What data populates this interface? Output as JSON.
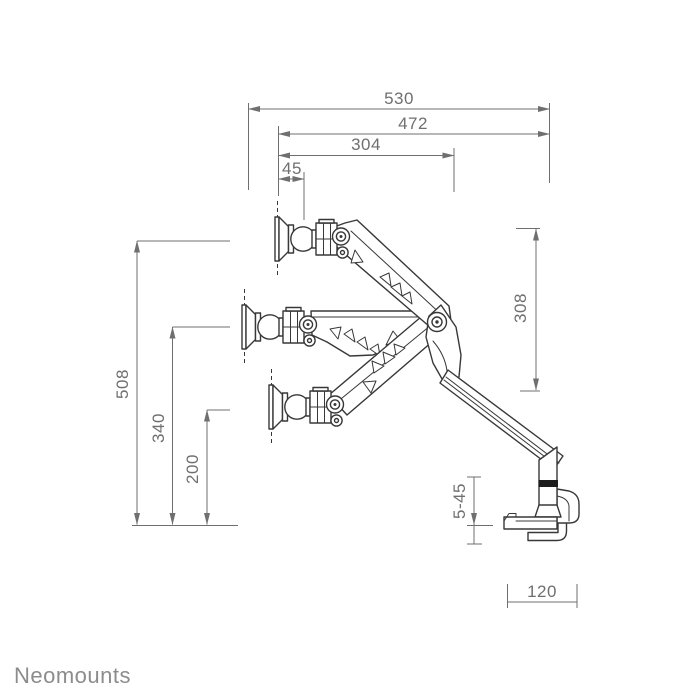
{
  "brand": {
    "wordmark": "Neomounts"
  },
  "dims": {
    "top_width": "530",
    "reach": "472",
    "upper_arm_reach": "304",
    "head_offset": "45",
    "height_max": "508",
    "height_mid": "340",
    "height_min": "200",
    "arm_vertical_range": "308",
    "clamp_range": "5-45",
    "base_depth": "120"
  },
  "colors": {
    "drawing_line": "#383838",
    "dimension_line": "#6f6f6f",
    "brand_text": "#8c8c8c",
    "accent_band": "#1d1d1d"
  }
}
